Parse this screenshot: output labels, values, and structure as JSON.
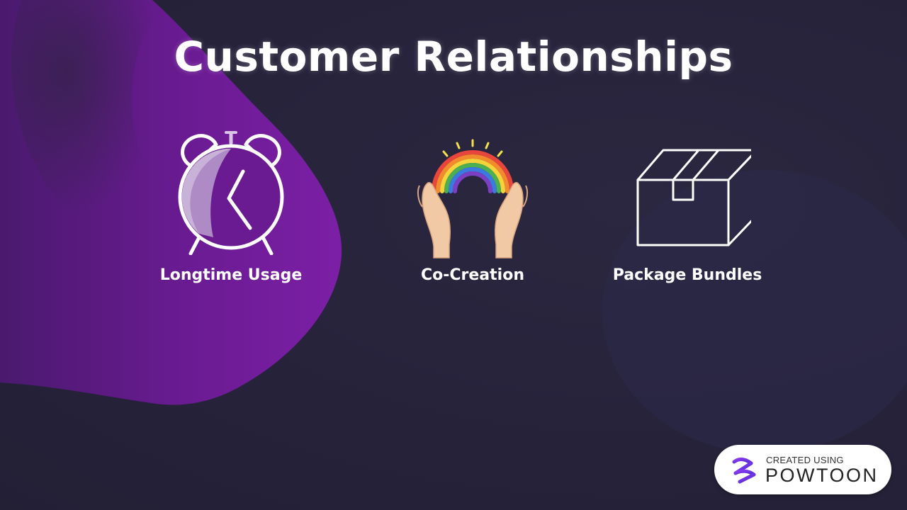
{
  "slide": {
    "title": "Customer Relationships",
    "items": [
      {
        "label": "Longtime Usage",
        "icon": "alarm-clock-icon"
      },
      {
        "label": "Co-Creation",
        "icon": "rainbow-hands-icon"
      },
      {
        "label": "Package Bundles",
        "icon": "box-icon"
      }
    ]
  },
  "badge": {
    "created_using": "CREATED USING",
    "brand": "POWTOON"
  },
  "colors": {
    "background": "#27233a",
    "blob_purple": "#7b1ea2",
    "text": "#ffffff",
    "logo_purple": "#6d2bd9"
  }
}
